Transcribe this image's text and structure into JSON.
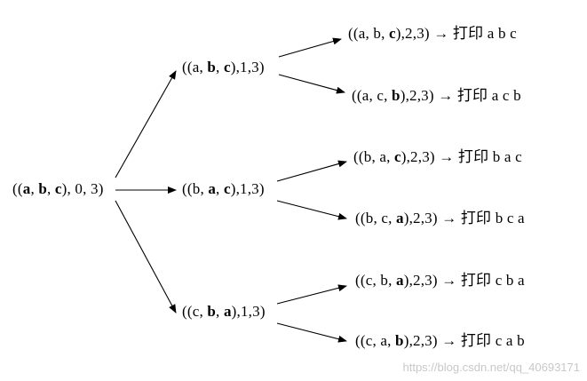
{
  "nodes": {
    "root": {
      "prefix": "((",
      "a": "a",
      "sep1": ", ",
      "b": "b",
      "sep2": ", ",
      "c": "c",
      "suffix": "), 0, 3)"
    },
    "level1": [
      {
        "open": "((",
        "p1": "a",
        "s1": ", ",
        "p2": "b",
        "s2": ", ",
        "p3": "c",
        "close": "),1,3)"
      },
      {
        "open": "((",
        "p1": "b",
        "s1": ", ",
        "p2": "a",
        "s2": ", ",
        "p3": "c",
        "close": "),1,3)"
      },
      {
        "open": "((",
        "p1": "c",
        "s1": ", ",
        "p2": "b",
        "s2": ", ",
        "p3": "a",
        "close": "),1,3)"
      }
    ],
    "leaves": [
      {
        "tuple_open": "((",
        "t1": "a",
        "t2": "b",
        "t3": "c",
        "tuple_close": "),2,3)",
        "arrow": "→",
        "print_label": "打印",
        "output": "a b c"
      },
      {
        "tuple_open": "((",
        "t1": "a",
        "t2": "c",
        "t3": "b",
        "tuple_close": "),2,3)",
        "arrow": "→",
        "print_label": "打印",
        "output": "a c b"
      },
      {
        "tuple_open": "((",
        "t1": "b",
        "t2": "a",
        "t3": "c",
        "tuple_close": "),2,3)",
        "arrow": "→",
        "print_label": "打印",
        "output": "b a c"
      },
      {
        "tuple_open": "((",
        "t1": "b",
        "t2": "c",
        "t3": "a",
        "tuple_close": "),2,3)",
        "arrow": "→",
        "print_label": "打印",
        "output": "b c a"
      },
      {
        "tuple_open": "((",
        "t1": "c",
        "t2": "b",
        "t3": "a",
        "tuple_close": "),2,3)",
        "arrow": "→",
        "print_label": "打印",
        "output": "c b a"
      },
      {
        "tuple_open": "((",
        "t1": "c",
        "t2": "a",
        "t3": "b",
        "tuple_close": "),2,3)",
        "arrow": "→",
        "print_label": "打印",
        "output": "c a b"
      }
    ]
  },
  "watermark": "https://blog.csdn.net/qq_40693171"
}
